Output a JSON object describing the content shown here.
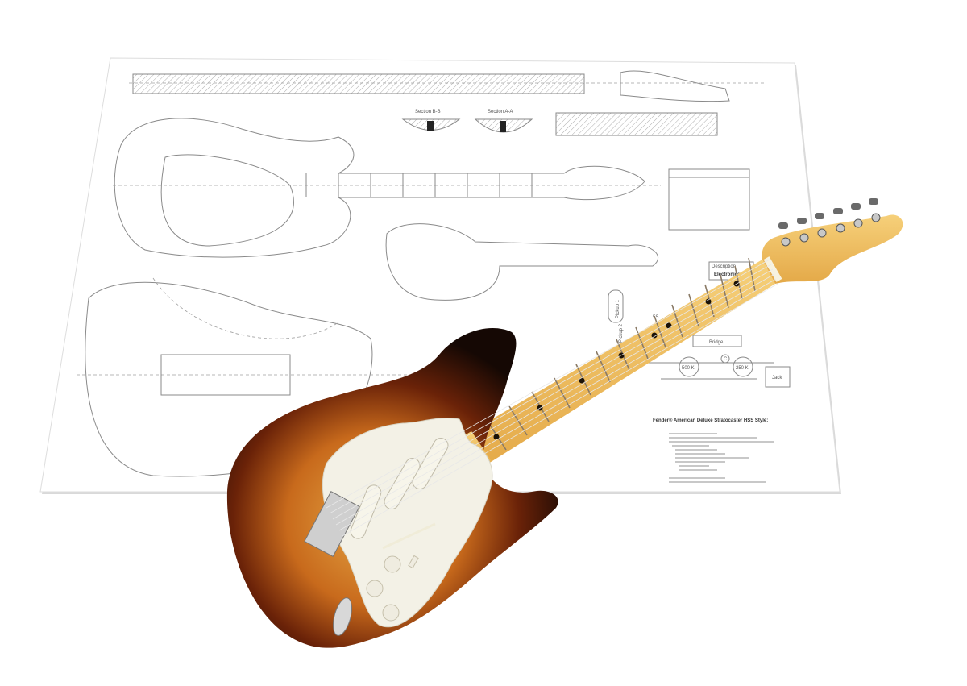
{
  "image": {
    "subject": "product-photo",
    "colors": {
      "sunburst_outer": "#1a0c05",
      "sunburst_mid": "#7a2a08",
      "sunburst_center": "#e0a040",
      "maple": "#f0c060",
      "pickguard": "#f3f1e6",
      "paper": "#ffffff",
      "line": "#8a8a8a"
    }
  },
  "blueprint": {
    "section_b": "Section B-B",
    "section_a": "Section A-A",
    "description": "Description",
    "electronics": "Electronics",
    "pickup_1": "Pickup 1",
    "pickup_2": "Pickup 2",
    "switch": "5S",
    "bridge": "Bridge",
    "pot_volume": "500 K",
    "pot_tone": "250 K",
    "capacitor": "C",
    "jack": "Jack",
    "spec_title": "Fender® American Deluxe Stratocaster HSS Style:"
  }
}
